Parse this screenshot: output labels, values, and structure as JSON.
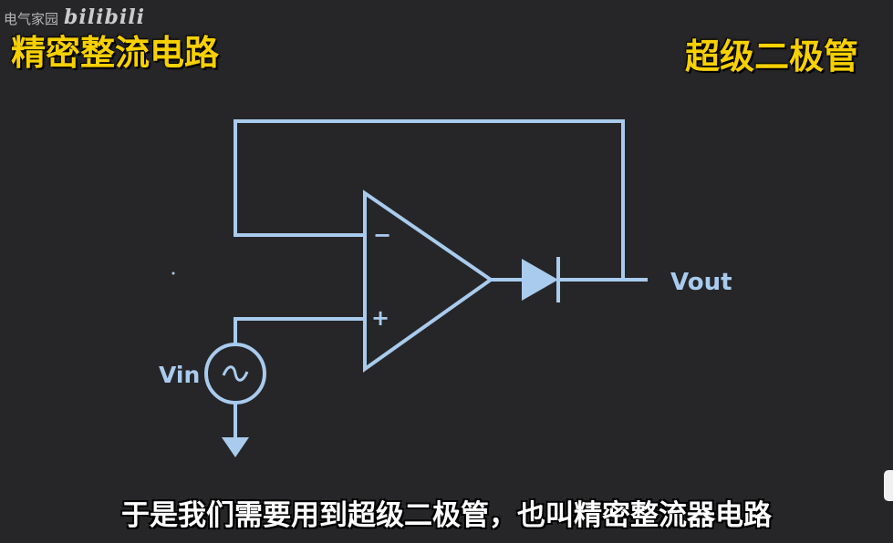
{
  "watermark": {
    "channel": "电气家园",
    "brand": "bilibili"
  },
  "title_left": "精密整流电路",
  "title_right": "超级二极管",
  "circuit": {
    "minus_sign": "−",
    "plus_sign": "+",
    "vin_label": "Vin",
    "vout_label": "Vout",
    "source_symbol": "~",
    "wire_color": "#a9cbee"
  },
  "subtitle": "于是我们需要用到超级二极管，也叫精密整流器电路"
}
